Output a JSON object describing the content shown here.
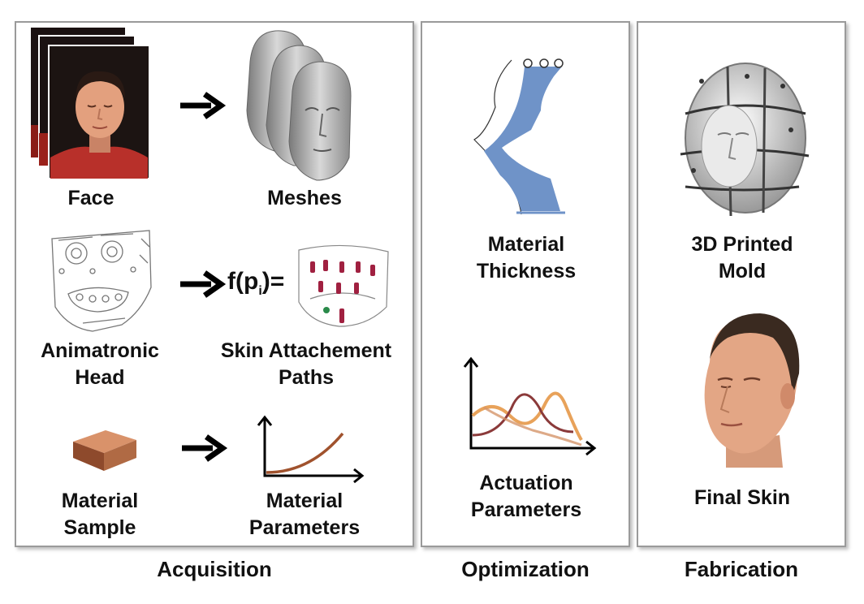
{
  "sections": {
    "acquisition": "Acquisition",
    "optimization": "Optimization",
    "fabrication": "Fabrication"
  },
  "acquisition": {
    "face_label": "Face",
    "meshes_label": "Meshes",
    "head_label_1": "Animatronic",
    "head_label_2": "Head",
    "func_text": "f(p",
    "func_sub": "i",
    "func_tail": ")=",
    "paths_label_1": "Skin Attachement",
    "paths_label_2": "Paths",
    "sample_label_1": "Material",
    "sample_label_2": "Sample",
    "params_label_1": "Material",
    "params_label_2": "Parameters"
  },
  "optimization": {
    "thickness_label_1": "Material",
    "thickness_label_2": "Thickness",
    "actuation_label_1": "Actuation",
    "actuation_label_2": "Parameters"
  },
  "fabrication": {
    "mold_label_1": "3D Printed",
    "mold_label_2": "Mold",
    "skin_label": "Final Skin"
  },
  "colors": {
    "thickness_fill": "#6f93c8",
    "curve_brown": "#a0522d",
    "curve_orange": "#e8a25a",
    "curve_dark": "#8b3a3a",
    "skin_tone": "#e3a07e",
    "shirt_red": "#b8302a",
    "sample_brown": "#c7805a"
  }
}
